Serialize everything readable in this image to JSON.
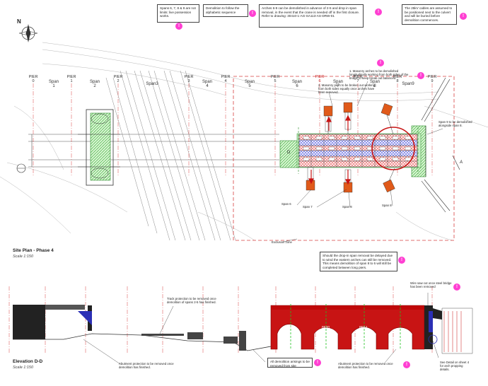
{
  "notes": {
    "note1": "Spans 6, 7, 8 & 9 are not limits: live possession works.",
    "note2": "Demolition to follow the alphabetic sequence",
    "note3": "Arches 6-9 can be demolished in advance of 2-5 and drop in span removal, in the event that the crane is needed off in the first closure. Refer to drawing: 30410-1-AG-SA113-AS-DRW-01",
    "note4": "The 25kV cables are assumed to be positioned next to the culvert and will be buried before demolition commences.",
    "note5": "1. Masonry arches to be demolished longitudinally working from both sides of the bridge to keep break out balanced.",
    "note6": "2. Masonry piers to be broken out working from both sides equally once arches have been removed.",
    "note7": "Span 9 to be demolished alongside span 8.",
    "note8": "Should the drop-in span removal be delayed due to wind the eastern arches can still be removed. This means demolition of span 8 to 6 will still be completed between long piers.",
    "note9": "Wire saw cut once steel bridge has been removed",
    "note10": "Track protection to be removed once demolition of spans 2-5 has finished.",
    "note11": "Abutment protection to be removed once demolition has finished.",
    "note12": "All demolition arisings to be removed from site",
    "note13": "Abutment protection to be removed once demolition has finished.",
    "note14": "See Detail on sheet 4 for arch propping details.",
    "exclusion": "Exclusion zone"
  },
  "warn_symbol": "!",
  "north": "N",
  "piers": [
    {
      "label": "PIER",
      "num": "0"
    },
    {
      "label": "PIER",
      "num": "1"
    },
    {
      "label": "PIER",
      "num": "2"
    },
    {
      "label": "PIER",
      "num": "3"
    },
    {
      "label": "PIER",
      "num": "4"
    },
    {
      "label": "PIER",
      "num": "5"
    },
    {
      "label": "PIER",
      "num": "6"
    },
    {
      "label": "PIER",
      "num": "7"
    },
    {
      "label": "PIER",
      "num": "8"
    },
    {
      "label": "PIER",
      "num": "9"
    }
  ],
  "spans": [
    {
      "label": "Span",
      "num": "1"
    },
    {
      "label": "Span",
      "num": "2"
    },
    {
      "label": "Span3",
      "num": ""
    },
    {
      "label": "Span",
      "num": "4"
    },
    {
      "label": "Span",
      "num": "5"
    },
    {
      "label": "Span",
      "num": "6"
    },
    {
      "label": "Span",
      "num": "7"
    },
    {
      "label": "Span",
      "num": "8"
    },
    {
      "label": "Span9",
      "num": ""
    }
  ],
  "plan_tags": {
    "span6": "Span 6",
    "span7": "Span 7",
    "span8a": "Span 8",
    "span8b": "Span 8",
    "d": "D",
    "a": "A"
  },
  "titles": {
    "plan": "Site Plan - Phase 4",
    "plan_scale": "Scale 1:150",
    "elev": "Elevation D-D",
    "elev_scale": "Scale 1:150"
  },
  "elevation_labels": [
    "8596",
    "8670",
    "8564"
  ],
  "colors": {
    "arch_red": "#c81414",
    "pier_red": "#c81414",
    "grid_blue": "#2b2fb5",
    "green": "#22a022",
    "warn": "#ff3fd2"
  }
}
